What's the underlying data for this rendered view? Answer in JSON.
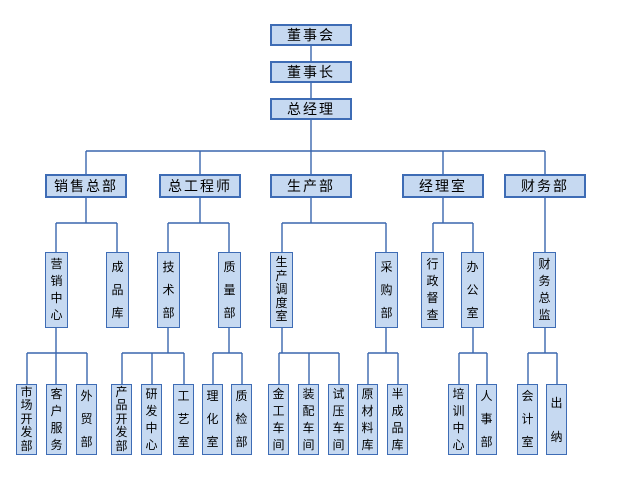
{
  "colors": {
    "background": "#FFFFFF",
    "box_fill": "#C6D9F1",
    "box_border": "#3E6CB5",
    "connector": "#3A66AE",
    "text": "#000000"
  },
  "org": {
    "levels": [
      {
        "label": "董事会"
      },
      {
        "label": "董事长"
      },
      {
        "label": "总经理"
      }
    ],
    "departments": [
      {
        "label": "销售总部",
        "children": [
          {
            "label": "营销中心",
            "children": [
              {
                "label": "市场开发部"
              },
              {
                "label": "客户服务"
              },
              {
                "label": "外贸部"
              }
            ]
          },
          {
            "label": "成品库",
            "children": []
          }
        ]
      },
      {
        "label": "总工程师",
        "children": [
          {
            "label": "技术部",
            "children": [
              {
                "label": "产品开发部"
              },
              {
                "label": "研发中心"
              },
              {
                "label": "工艺室"
              }
            ]
          },
          {
            "label": "质量部",
            "children": [
              {
                "label": "理化室"
              },
              {
                "label": "质检部"
              }
            ]
          }
        ]
      },
      {
        "label": "生产部",
        "children": [
          {
            "label": "生产调度室",
            "children": [
              {
                "label": "金工车间"
              },
              {
                "label": "装配车间"
              },
              {
                "label": "试压车间"
              }
            ]
          },
          {
            "label": "采购部",
            "children": [
              {
                "label": "原材料库"
              },
              {
                "label": "半成品库"
              }
            ]
          }
        ]
      },
      {
        "label": "经理室",
        "children": [
          {
            "label": "行政督查",
            "children": []
          },
          {
            "label": "办公室",
            "children": [
              {
                "label": "培训中心"
              },
              {
                "label": "人事部"
              }
            ]
          }
        ]
      },
      {
        "label": "财务部",
        "children": [
          {
            "label": "财务总监",
            "children": [
              {
                "label": "会计室"
              },
              {
                "label": "出纳"
              }
            ]
          }
        ]
      }
    ]
  }
}
